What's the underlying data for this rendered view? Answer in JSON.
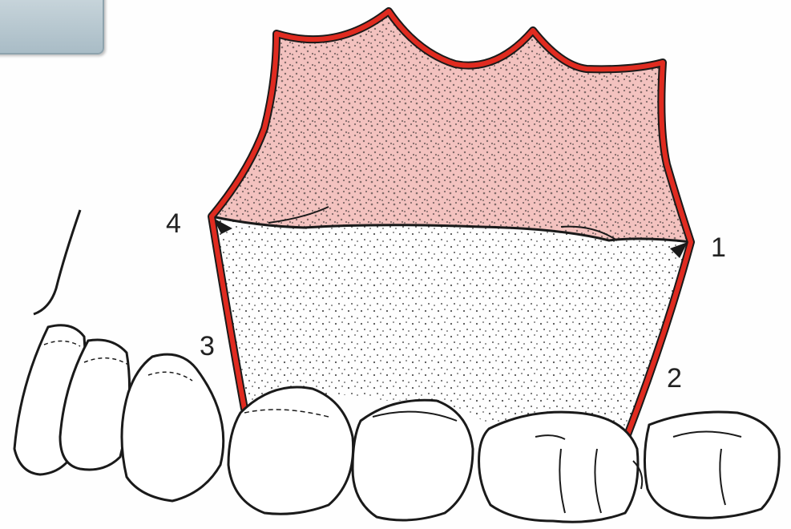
{
  "labels": {
    "point1": "1",
    "point2": "2",
    "point3": "3",
    "point4": "4"
  },
  "colors": {
    "outline": "#e02b20",
    "palate_fill": "#f3c2bf",
    "ink": "#1a1a1a",
    "corner_tab": "#b3c4cc"
  }
}
